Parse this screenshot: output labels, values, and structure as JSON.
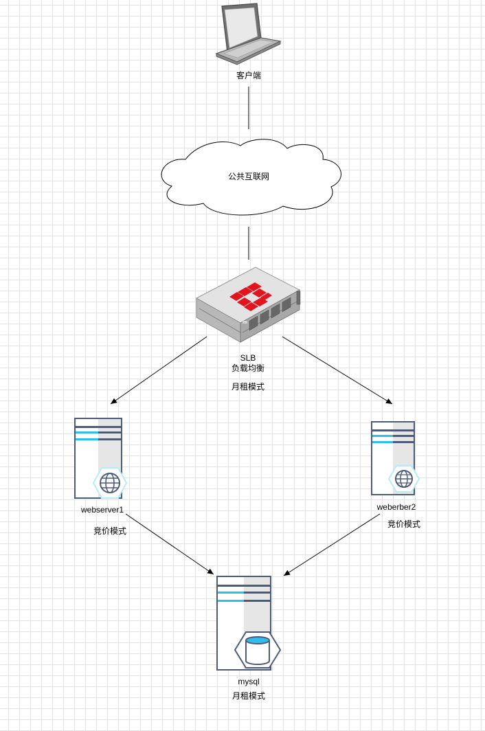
{
  "nodes": {
    "client": {
      "label": "客户端"
    },
    "internet": {
      "label": "公共互联网"
    },
    "slb": {
      "name": "SLB",
      "role": "负载均衡",
      "billing": "月租模式"
    },
    "web1": {
      "name": "webserver1",
      "billing": "竞价模式"
    },
    "web2": {
      "name": "weberber2",
      "billing": "竞价模式"
    },
    "db": {
      "name": "mysql",
      "billing": "月租模式"
    }
  },
  "colors": {
    "server_outline": "#4d5b79",
    "accent_blue": "#2fbdeb",
    "hex_outline": "#b7ecf7",
    "fortinet_red": "#e2141e",
    "appliance_body": "#d4d4d4"
  },
  "icons": {
    "client": "laptop-icon",
    "internet": "cloud-shape",
    "slb": "load-balancer-appliance-icon",
    "web1": "web-server-icon",
    "web2": "web-server-icon",
    "db": "database-server-icon"
  }
}
